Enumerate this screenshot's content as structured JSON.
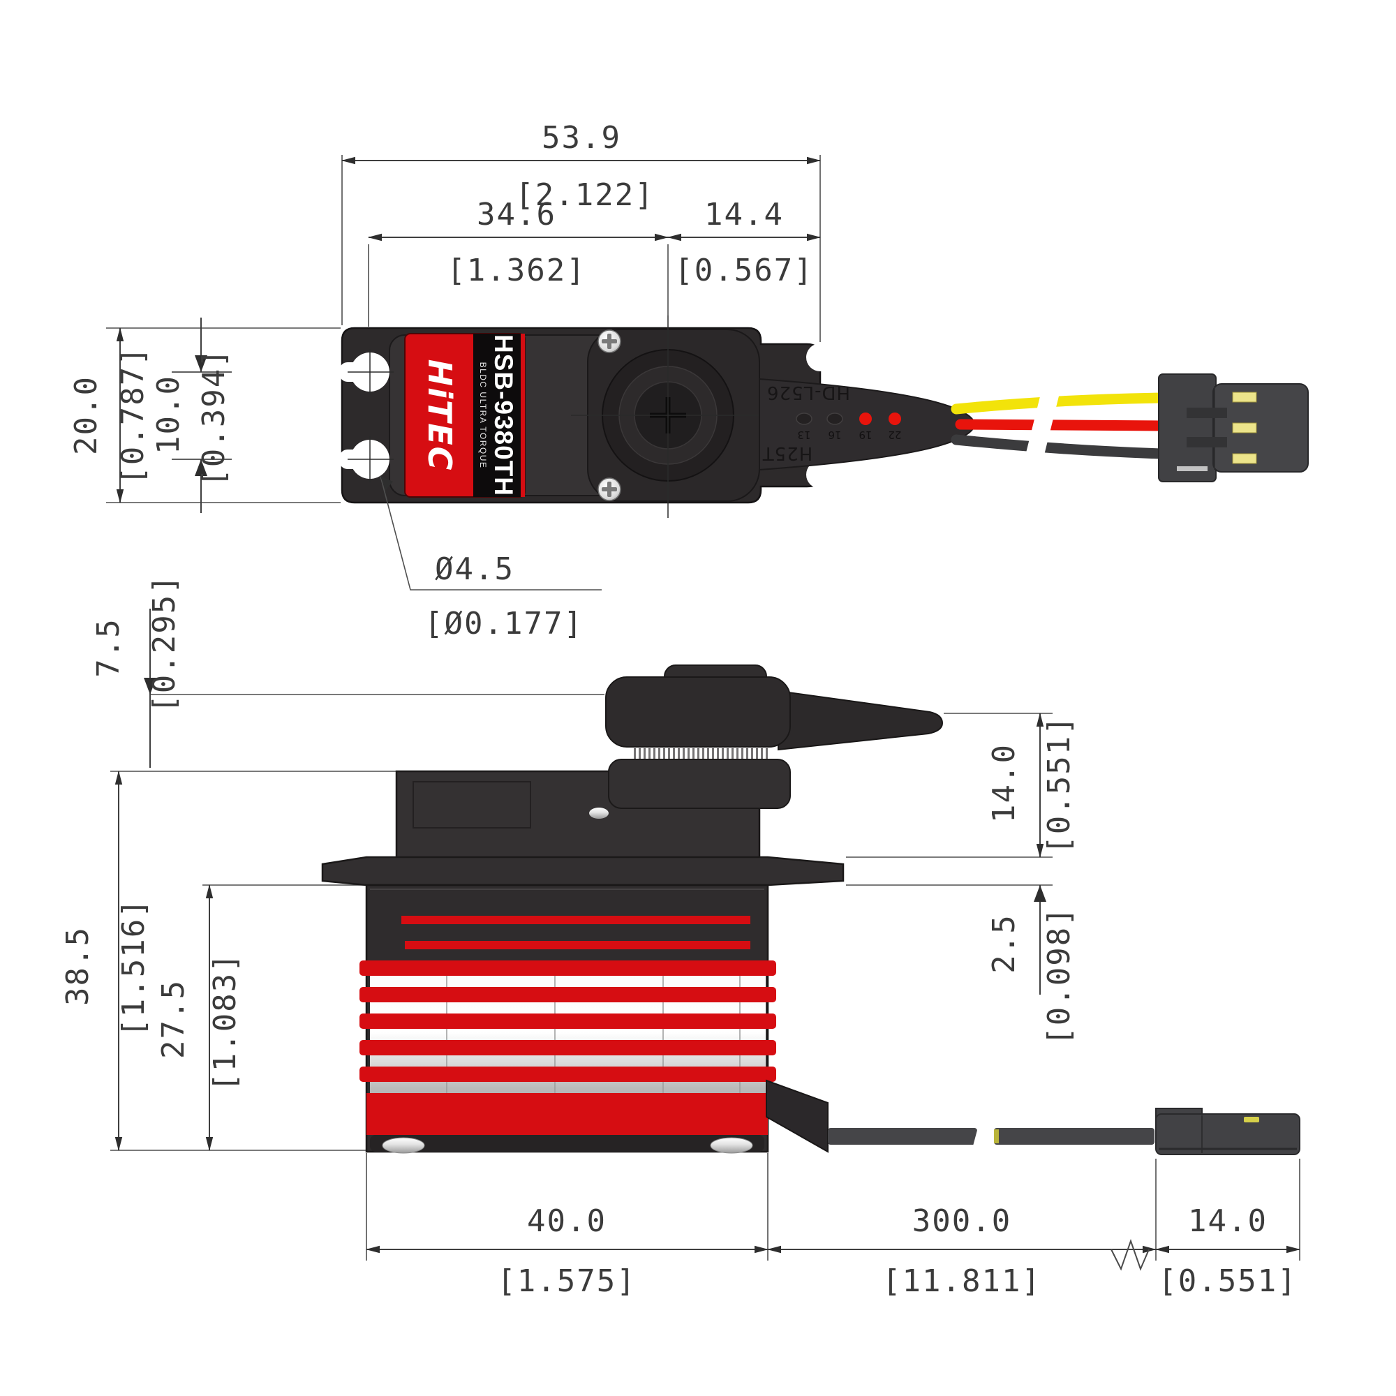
{
  "label": {
    "brand": "HiTEC",
    "model": "HSB-9380TH",
    "subtitle": "BLDC ULTRA TORQUE"
  },
  "markings": {
    "mold_code_top": "HD-L526",
    "mold_code_bottom": "H25T",
    "date_marks": [
      "13",
      "16",
      "19",
      "22"
    ]
  },
  "dims": {
    "overall_length": {
      "mm": "53.9",
      "inch": "[2.122]"
    },
    "hole_to_shaft": {
      "mm": "34.6",
      "inch": "[1.362]"
    },
    "shaft_to_edge": {
      "mm": "14.4",
      "inch": "[0.567]"
    },
    "case_width": {
      "mm": "20.0",
      "inch": "[0.787]"
    },
    "hole_pitch": {
      "mm": "10.0",
      "inch": "[0.394]"
    },
    "hole_diameter": {
      "mm": "Ø4.5",
      "inch": "[Ø0.177]"
    },
    "horn_height": {
      "mm": "7.5",
      "inch": "[0.295]"
    },
    "overall_height": {
      "mm": "38.5",
      "inch": "[1.516]"
    },
    "body_height": {
      "mm": "27.5",
      "inch": "[1.083]"
    },
    "horn_to_flange": {
      "mm": "14.0",
      "inch": "[0.551]"
    },
    "flange_thickness": {
      "mm": "2.5",
      "inch": "[0.098]"
    },
    "body_length": {
      "mm": "40.0",
      "inch": "[1.575]"
    },
    "cable_length": {
      "mm": "300.0",
      "inch": "[11.811]"
    },
    "connector_length": {
      "mm": "14.0",
      "inch": "[0.551]"
    }
  },
  "colors": {
    "accent_red": "#D60D12",
    "wire_yellow": "#F2E30A",
    "wire_red": "#E8140C",
    "wire_dark": "#3B3B3D",
    "body_dark": "#2D2A2B"
  }
}
